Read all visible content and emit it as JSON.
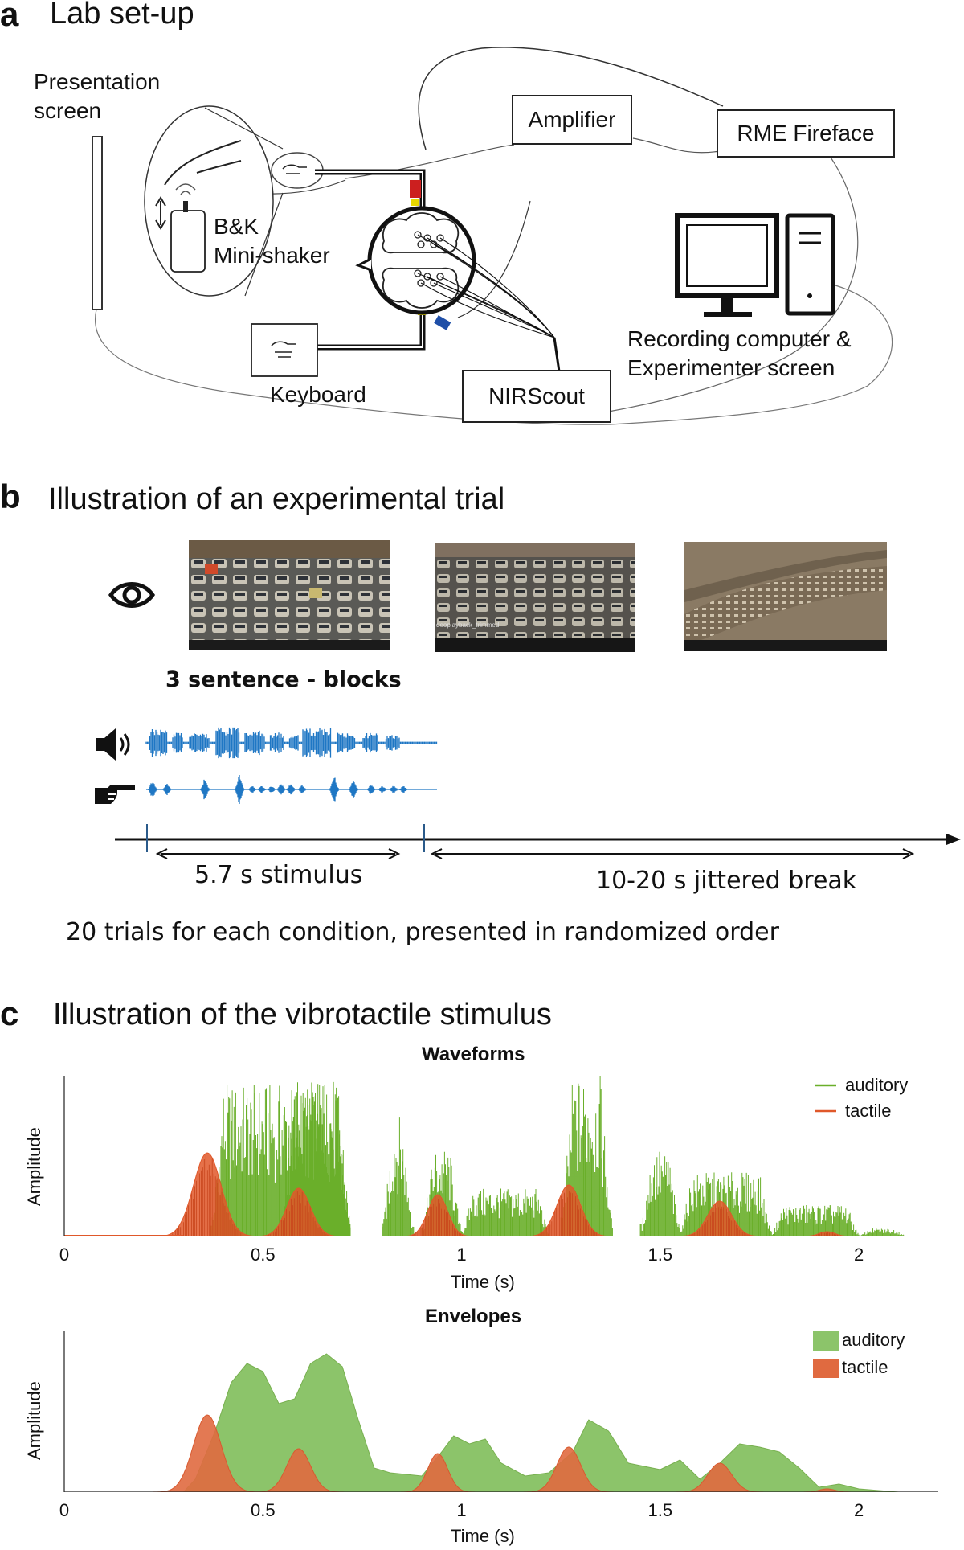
{
  "panel_a": {
    "letter": "a",
    "title": "Lab set-up",
    "presentation_screen": [
      "Presentation",
      "screen"
    ],
    "amplifier": "Amplifier",
    "rme": "RME Fireface",
    "shaker": [
      "B&K",
      "Mini-shaker"
    ],
    "keyboard": "Keyboard",
    "nirscout": "NIRScout",
    "recording": [
      "Recording computer &",
      "Experimenter screen"
    ]
  },
  "panel_b": {
    "letter": "b",
    "title": "Illustration of an experimental trial",
    "blocks_label": "3 sentence - blocks",
    "thumb_caption": "deoplayback_trimmed",
    "stimulus_label": "5.7 s stimulus",
    "break_label": "10-20 s jittered break",
    "trials_note": "20 trials for each condition, presented in randomized order"
  },
  "panel_c": {
    "letter": "c",
    "title": "Illustration of the vibrotactile stimulus"
  },
  "colors": {
    "auditory": "#6aaf2a",
    "tactile": "#e0582a",
    "audio_wave": "#1f77c4"
  },
  "chart_data": [
    {
      "type": "line",
      "title": "Waveforms",
      "xlabel": "Time (s)",
      "ylabel": "Amplitude",
      "xlim": [
        0,
        2.2
      ],
      "xticks": [
        "0",
        "0.5",
        "1",
        "1.5",
        "2"
      ],
      "legend_position": "top-right",
      "series": [
        {
          "name": "auditory",
          "segments": [
            [
              0.37,
              0.72,
              0.95
            ],
            [
              0.55,
              0.72,
              1.0
            ],
            [
              0.8,
              0.88,
              0.75
            ],
            [
              0.9,
              1.0,
              0.55
            ],
            [
              1.0,
              1.22,
              0.3
            ],
            [
              1.25,
              1.38,
              1.0
            ],
            [
              1.45,
              1.55,
              0.55
            ],
            [
              1.55,
              1.78,
              0.4
            ],
            [
              1.78,
              2.0,
              0.2
            ],
            [
              2.0,
              2.12,
              0.05
            ]
          ]
        },
        {
          "name": "tactile",
          "bumps": [
            [
              0.36,
              0.035,
              0.52
            ],
            [
              0.59,
              0.03,
              0.3
            ],
            [
              0.94,
              0.025,
              0.26
            ],
            [
              1.27,
              0.03,
              0.32
            ],
            [
              1.65,
              0.03,
              0.22
            ],
            [
              1.92,
              0.02,
              0.03
            ]
          ]
        }
      ]
    },
    {
      "type": "area",
      "title": "Envelopes",
      "xlabel": "Time (s)",
      "ylabel": "Amplitude",
      "xlim": [
        0,
        2.2
      ],
      "xticks": [
        "0",
        "0.5",
        "1",
        "1.5",
        "2"
      ],
      "legend_position": "top-right",
      "series": [
        {
          "name": "auditory",
          "points": [
            [
              0.3,
              0
            ],
            [
              0.33,
              0.08
            ],
            [
              0.38,
              0.38
            ],
            [
              0.42,
              0.68
            ],
            [
              0.46,
              0.8
            ],
            [
              0.5,
              0.75
            ],
            [
              0.54,
              0.55
            ],
            [
              0.58,
              0.58
            ],
            [
              0.62,
              0.8
            ],
            [
              0.66,
              0.86
            ],
            [
              0.7,
              0.78
            ],
            [
              0.74,
              0.45
            ],
            [
              0.78,
              0.15
            ],
            [
              0.82,
              0.12
            ],
            [
              0.9,
              0.1
            ],
            [
              0.95,
              0.25
            ],
            [
              0.98,
              0.35
            ],
            [
              1.02,
              0.3
            ],
            [
              1.06,
              0.33
            ],
            [
              1.1,
              0.18
            ],
            [
              1.16,
              0.1
            ],
            [
              1.22,
              0.12
            ],
            [
              1.28,
              0.25
            ],
            [
              1.32,
              0.45
            ],
            [
              1.37,
              0.38
            ],
            [
              1.42,
              0.18
            ],
            [
              1.5,
              0.14
            ],
            [
              1.55,
              0.2
            ],
            [
              1.6,
              0.08
            ],
            [
              1.65,
              0.18
            ],
            [
              1.7,
              0.3
            ],
            [
              1.75,
              0.28
            ],
            [
              1.8,
              0.25
            ],
            [
              1.85,
              0.15
            ],
            [
              1.9,
              0.03
            ],
            [
              1.95,
              0.05
            ],
            [
              2.0,
              0.02
            ],
            [
              2.1,
              0
            ]
          ]
        },
        {
          "name": "tactile",
          "bumps": [
            [
              0.36,
              0.035,
              0.48
            ],
            [
              0.59,
              0.03,
              0.27
            ],
            [
              0.94,
              0.025,
              0.24
            ],
            [
              1.27,
              0.03,
              0.28
            ],
            [
              1.65,
              0.03,
              0.18
            ],
            [
              1.92,
              0.02,
              0.02
            ]
          ]
        }
      ]
    }
  ]
}
